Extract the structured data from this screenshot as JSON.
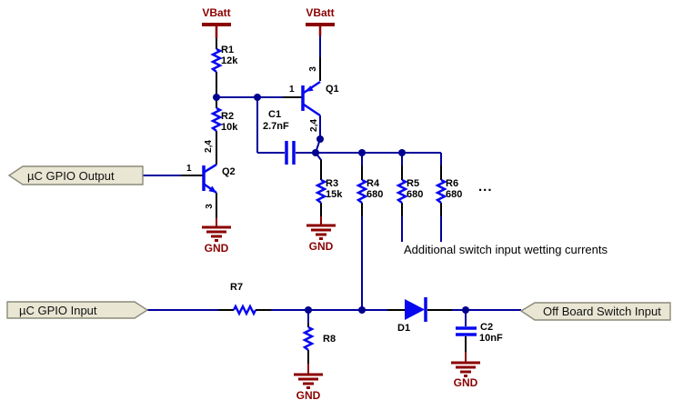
{
  "power_nets": {
    "vbatt1": "VBatt",
    "vbatt2": "VBatt"
  },
  "ground_labels": {
    "gnd1": "GND",
    "gnd2": "GND",
    "gnd3": "GND",
    "gnd4": "GND"
  },
  "components": {
    "R1": {
      "ref": "R1",
      "value": "12k"
    },
    "R2": {
      "ref": "R2",
      "value": "10k"
    },
    "R3": {
      "ref": "R3",
      "value": "15k"
    },
    "R4": {
      "ref": "R4",
      "value": "680"
    },
    "R5": {
      "ref": "R5",
      "value": "680"
    },
    "R6": {
      "ref": "R6",
      "value": "680"
    },
    "R7": {
      "ref": "R7"
    },
    "R8": {
      "ref": "R8"
    },
    "C1": {
      "ref": "C1",
      "value": "2.7nF"
    },
    "C2": {
      "ref": "C2",
      "value": "10nF"
    },
    "D1": {
      "ref": "D1"
    },
    "Q1": {
      "ref": "Q1"
    },
    "Q2": {
      "ref": "Q2"
    }
  },
  "pins": {
    "q1_base": "1",
    "q1_emitter": "3",
    "q1_collector": "2,4",
    "q2_base": "1",
    "q2_collector": "2,4",
    "q2_emitter": "3"
  },
  "net_tags": {
    "gpio_output": "µC GPIO Output",
    "gpio_input": "µC GPIO Input",
    "off_board_switch_input": "Off Board Switch Input"
  },
  "annotations": {
    "wetting_currents": "Additional switch input wetting currents",
    "more_indicator": "..."
  },
  "colors": {
    "wire": "#00009B",
    "component_symbol": "#0808F0",
    "junction_dot": "#000090",
    "power_ground": "#8B0000",
    "component_pin": "#000000",
    "tag_fill": "#E9E6D4",
    "tag_border": "#8A8A7A"
  }
}
